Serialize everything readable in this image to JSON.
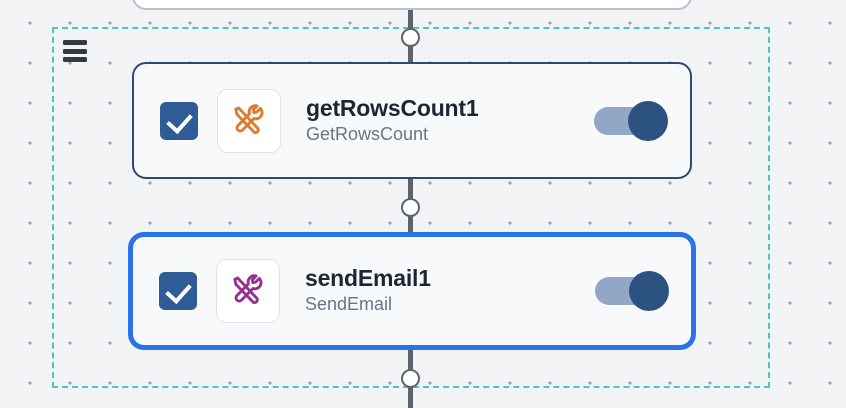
{
  "canvas": {
    "background_color": "#f1f3f5",
    "dot_grid_color": "#9aa3b0",
    "group_frame": {
      "name": "group-selection-frame",
      "border_color": "#4ec3c3",
      "border_style": "dashed"
    },
    "handle_label": "drag-handle"
  },
  "edges": {
    "line_color": "#5c636a",
    "handles": [
      {
        "name": "connector-handle-top"
      },
      {
        "name": "connector-handle-middle"
      },
      {
        "name": "connector-handle-bottom"
      }
    ]
  },
  "nodes": [
    {
      "name": "node-partial-above",
      "title": "",
      "subtitle": "",
      "selected": false
    },
    {
      "name": "node-get-rows-count",
      "title": "getRowsCount1",
      "subtitle": "GetRowsCount",
      "icon": "tools-icon",
      "icon_color": "#dd7b2f",
      "checkbox_checked": true,
      "toggle_on": true,
      "selected": false,
      "border_color": "#2d4a77"
    },
    {
      "name": "node-send-email",
      "title": "sendEmail1",
      "subtitle": "SendEmail",
      "icon": "tools-icon",
      "icon_color": "#96308f",
      "checkbox_checked": true,
      "toggle_on": true,
      "selected": true,
      "border_color": "#2a72e8"
    }
  ],
  "theme": {
    "checkbox_color": "#2f5c96",
    "toggle_track_color": "#92a7c6",
    "toggle_knob_color": "#2c5281",
    "title_color": "#1e2533",
    "subtitle_color": "#687588",
    "card_background": "#f8f9fb"
  }
}
